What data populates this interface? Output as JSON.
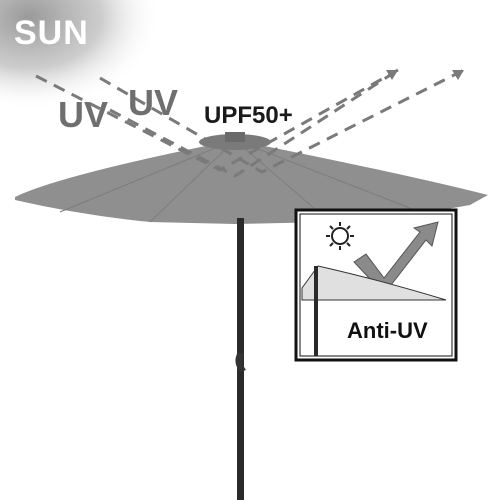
{
  "labels": {
    "sun": "SUN",
    "uv_1": "UV",
    "uv_2": "UV",
    "upf": "UPF50+",
    "inset": "Anti-UV"
  },
  "colors": {
    "canopy": "#8e8e8e",
    "canopy_dark": "#6f6f6f",
    "pole": "#2a2a2a",
    "sun_glow": "#bdbdbd",
    "dashed": "#7a7a7a",
    "inset_border": "#111111"
  },
  "icons": {
    "sun": "sun-icon",
    "arrow": "deflected-arrow-icon"
  }
}
